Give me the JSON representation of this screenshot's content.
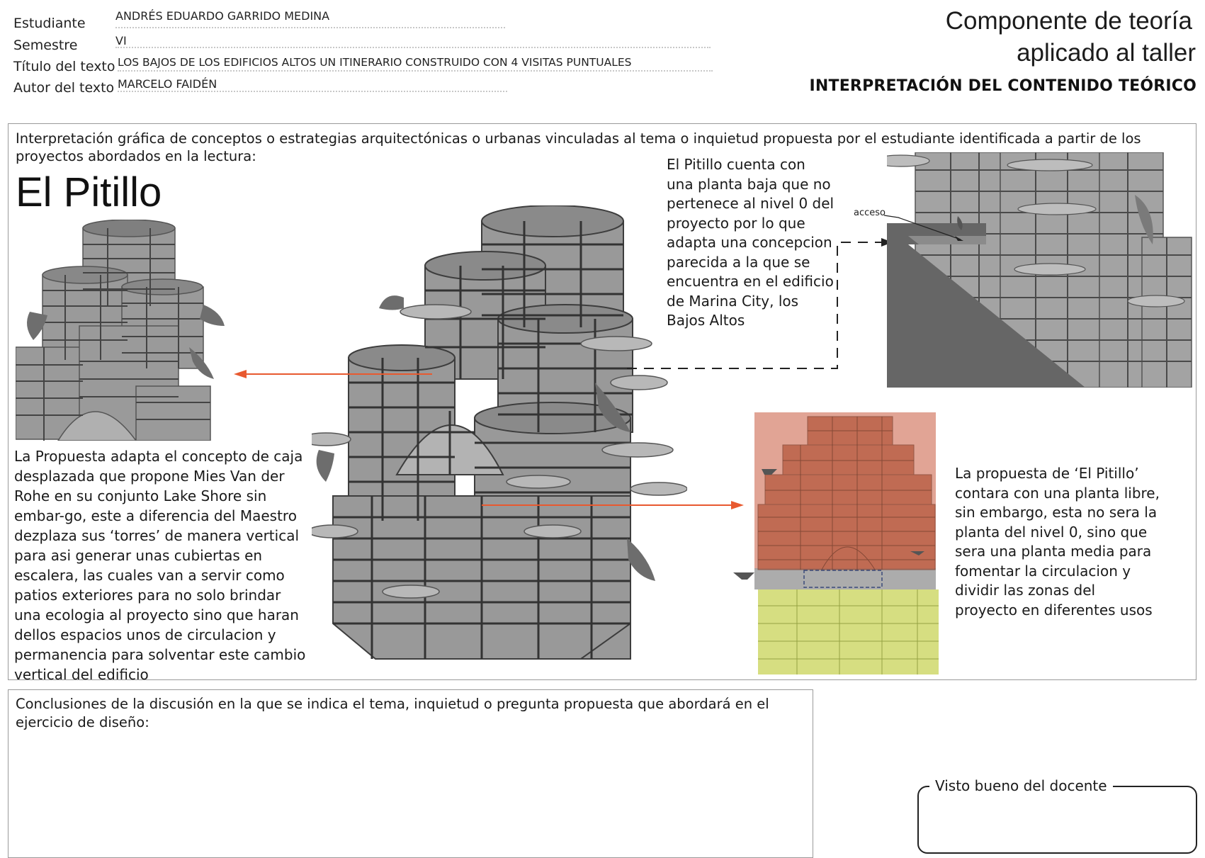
{
  "header": {
    "fields": [
      {
        "label": "Estudiante",
        "value": "ANDRÉS EDUARDO GARRIDO MEDINA"
      },
      {
        "label": "Semestre",
        "value": "VI"
      },
      {
        "label": "Título del texto",
        "value": "LOS BAJOS DE LOS EDIFICIOS ALTOS UN ITINERARIO CONSTRUIDO CON 4 VISITAS PUNTUALES"
      },
      {
        "label": "Autor del texto",
        "value": "MARCELO FAIDÉN"
      }
    ],
    "title_line1": "Componente de teoría",
    "title_line2": "aplicado al taller",
    "subtitle": "INTERPRETACIÓN DEL CONTENIDO TEÓRICO"
  },
  "main_panel": {
    "intro": "Interpretación gráfica de conceptos o estrategias arquitectónicas o urbanas vinculadas al tema o inquietud propuesta por el estudiante identificada a partir de los proyectos abordados en la lectura:",
    "heading": "El Pitillo",
    "note_top": "El Pitillo cuenta con una planta baja que no pertenece al nivel 0 del proyecto por lo que adapta una concepcion parecida a la que se encuentra en el edificio de Marina City, los Bajos Altos",
    "access_label": "acceso",
    "note_left": "La Propuesta adapta el concepto de caja desplazada que propone Mies Van der Rohe en su conjunto Lake Shore sin embar-go, este a diferencia del Maestro dezplaza sus ‘torres’ de manera vertical para asi generar unas cubiertas en escalera, las cuales van a servir como patios exteriores para no solo brindar una ecologia al proyecto sino que haran dellos espacios unos de circulacion y permanencia para solventar este cambio vertical del edificio",
    "note_right": "La propuesta de ‘El Pitillo’ contara con una planta libre, sin embargo, esta no sera la planta del nivel 0, sino que sera una planta media para fomentar la circulacion y dividir las zonas del proyecto en diferentes usos"
  },
  "conclusions_panel": {
    "prompt": "Conclusiones de la discusión en la que se indica el tema, inquietud o pregunta propuesta que abordará en el ejercicio de diseño:"
  },
  "approval": {
    "label": "Visto bueno del docente"
  },
  "colors": {
    "arrow": "#e8592f",
    "upper_zone": "#d98d7a",
    "lower_zone": "#cfd86b",
    "building": "#8f8f8f",
    "ground_shade": "#666666"
  }
}
